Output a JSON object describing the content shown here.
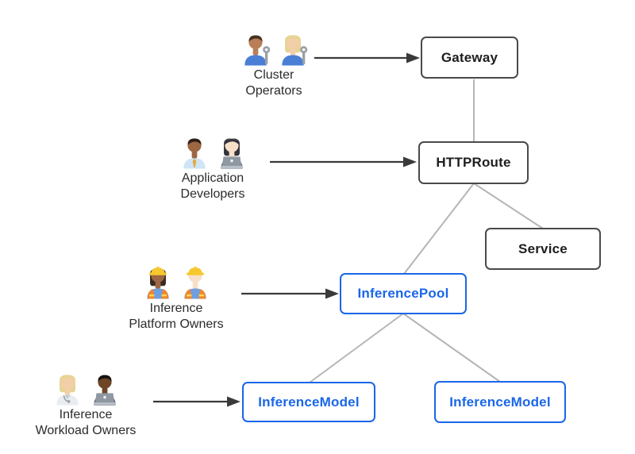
{
  "diagram": {
    "colors": {
      "background": "#ffffff",
      "core_border": "#4a4a4a",
      "core_text": "#1e1e1e",
      "extension_blue": "#1a66e8",
      "connector_gray": "#b5b5b5",
      "arrow_dark": "#3a3a3a",
      "label_text": "#2b2b2b"
    },
    "personas": [
      {
        "label": "Cluster\nOperators",
        "icons": [
          "man-mechanic-emoji",
          "woman-mechanic-emoji"
        ]
      },
      {
        "label": "Application\nDevelopers",
        "icons": [
          "man-office-worker-emoji",
          "woman-technologist-emoji"
        ]
      },
      {
        "label": "Inference\nPlatform Owners",
        "icons": [
          "woman-construction-worker-emoji",
          "man-construction-worker-emoji"
        ]
      },
      {
        "label": "Inference\nWorkload Owners",
        "icons": [
          "health-worker-emoji",
          "man-technologist-emoji"
        ]
      }
    ],
    "nodes": [
      {
        "id": "gateway",
        "label": "Gateway",
        "kind": "core"
      },
      {
        "id": "httproute",
        "label": "HTTPRoute",
        "kind": "core"
      },
      {
        "id": "service",
        "label": "Service",
        "kind": "core"
      },
      {
        "id": "inferencepool",
        "label": "InferencePool",
        "kind": "extension"
      },
      {
        "id": "inferencemodel-1",
        "label": "InferenceModel",
        "kind": "extension"
      },
      {
        "id": "inferencemodel-2",
        "label": "InferenceModel",
        "kind": "extension"
      }
    ],
    "edges": [
      {
        "from": "gateway",
        "to": "httproute"
      },
      {
        "from": "httproute",
        "to": "inferencepool"
      },
      {
        "from": "httproute",
        "to": "service"
      },
      {
        "from": "inferencepool",
        "to": "inferencemodel-1"
      },
      {
        "from": "inferencepool",
        "to": "inferencemodel-2"
      }
    ],
    "actor_arrows": [
      {
        "from": "cluster-operators",
        "to": "gateway"
      },
      {
        "from": "application-developers",
        "to": "httproute"
      },
      {
        "from": "inference-platform-owners",
        "to": "inferencepool"
      },
      {
        "from": "inference-workload-owners",
        "to": "inferencemodel-1"
      }
    ]
  }
}
